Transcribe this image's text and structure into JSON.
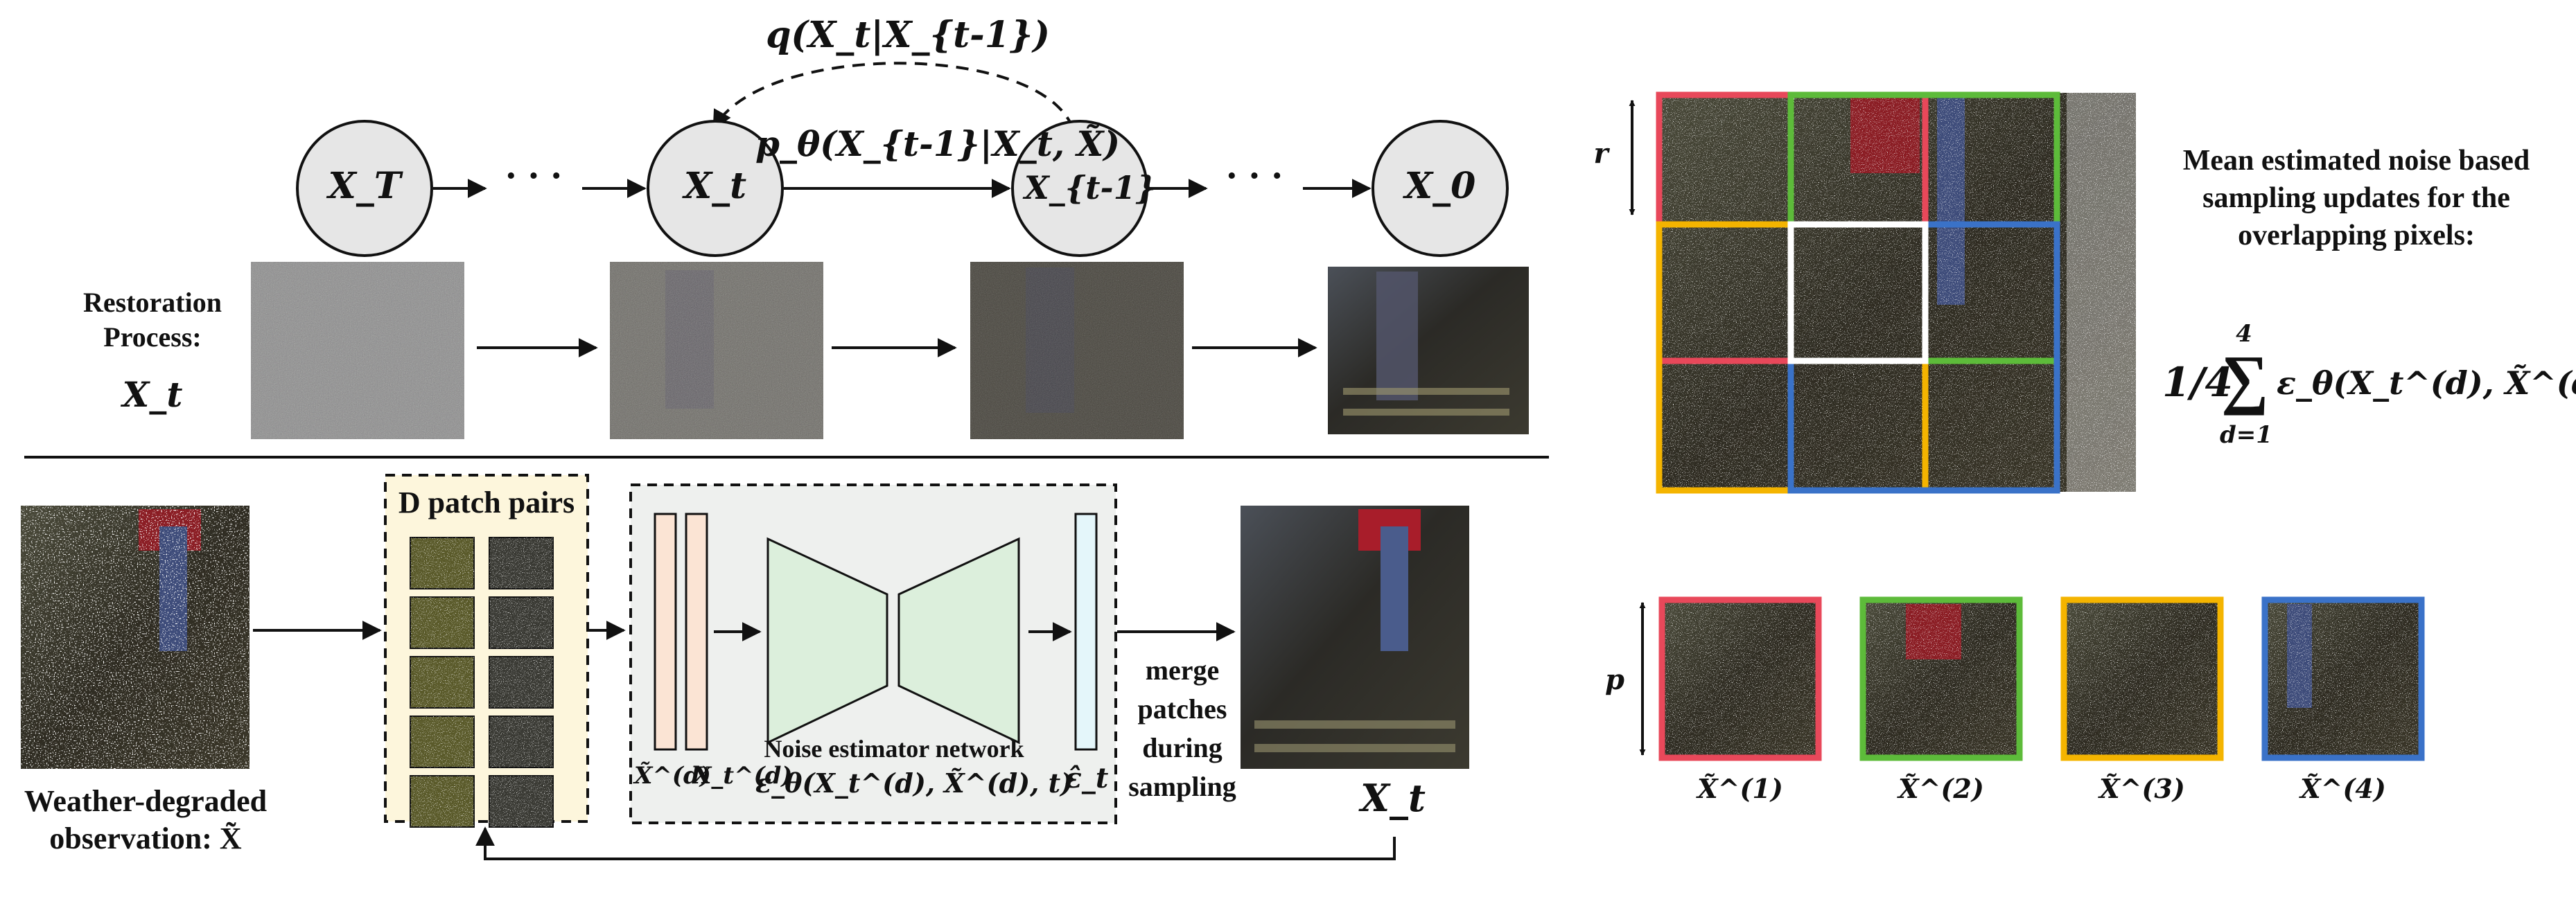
{
  "forward_process": {
    "label": "q(X_t|X_{t-1})"
  },
  "reverse_step": {
    "label": "p_θ(X_{t-1}|X_t, X̃)"
  },
  "states": [
    "X_T",
    "· · ·",
    "X_t",
    "X_{t-1}",
    "· · ·",
    "X_0"
  ],
  "restoration": {
    "label_line1": "Restoration",
    "label_line2": "Process:",
    "variable": "X_t"
  },
  "pipeline": {
    "input_caption_line1": "Weather-degraded",
    "input_caption_line2": "observation: X̃",
    "patch_box_title": "D patch pairs",
    "feature_labels": [
      "X̃^(d)",
      "X_t^(d)"
    ],
    "network_label": "Noise estimator network",
    "network_formula": "ε_θ(X_t^(d), X̃^(d), t)",
    "epsilon_hat": "ε̂_t",
    "merge_caption": [
      "merge",
      "patches",
      "during",
      "sampling"
    ],
    "output_variable": "X_t"
  },
  "overlap_panel": {
    "dimension_r": "r",
    "note_lines": [
      "Mean estimated noise based",
      "sampling updates for the",
      "overlapping pixels:"
    ],
    "formula": {
      "fraction": "1/4",
      "sum_top": "4",
      "sum_bottom": "d=1",
      "body": "ε_θ(X_t^(d), X̃^(d), t)"
    }
  },
  "patches": {
    "dimension_p": "p",
    "labels": [
      "X̃^(1)",
      "X̃^(2)",
      "X̃^(3)",
      "X̃^(4)"
    ],
    "colors": [
      "#e8485a",
      "#5dbb3a",
      "#f4b400",
      "#3a72c8"
    ]
  },
  "colors": {
    "red": "#e8485a",
    "green": "#5dbb3a",
    "yellow": "#f4b400",
    "blue": "#3a72c8",
    "patch_box_fill": "#fdf6dc",
    "network_fill": "#eef0ee",
    "unet_fill": "#dcefdc",
    "feature_bar_fill": "#fbe4d4",
    "eps_bar_fill": "#e4f6fa"
  }
}
